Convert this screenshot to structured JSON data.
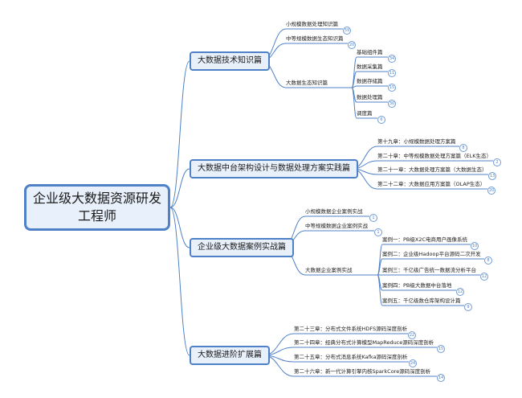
{
  "root": {
    "title": "企业级大数据资源研发工程师"
  },
  "branches": [
    {
      "title": "大数据技术知识篇",
      "items": [
        {
          "label": "小规模数据处理知识篇",
          "badge": "59"
        },
        {
          "label": "中等规模数据生态知识篇",
          "badge": "20"
        },
        {
          "label": "大数据生态知识篇",
          "children": [
            {
              "label": "基础组件篇",
              "badge": "34"
            },
            {
              "label": "数据采集篇",
              "badge": "11"
            },
            {
              "label": "数据存储篇",
              "badge": "15"
            },
            {
              "label": "数据处理篇",
              "badge": "30"
            },
            {
              "label": "调度篇",
              "badge": "6"
            }
          ]
        }
      ]
    },
    {
      "title": "大数据中台架构设计与数据处理方案实践篇",
      "items": [
        {
          "label": "第十九章：小规模数据处理方案篇",
          "badge": "8"
        },
        {
          "label": "第二十章：中等规模数据处理方案篇（ELK生态）",
          "badge": "2"
        },
        {
          "label": "第二十一章：大数据处理方案篇（大数据生态）",
          "badge": "13"
        },
        {
          "label": "第二十二章：大数据应用方案篇（OLAP生态）",
          "badge": "20"
        }
      ]
    },
    {
      "title": "企业级大数据案例实战篇",
      "items": [
        {
          "label": "小规模数据企业案例实战",
          "badge": "1"
        },
        {
          "label": "中等规模数据企业案例实战",
          "badge": "1"
        },
        {
          "label": "大数据企业案例实战",
          "children": [
            {
              "label": "案例一：PB级X2C电商用户画像系统",
              "badge": "10"
            },
            {
              "label": "案例二：企业级Hadoop平台源码二次开发",
              "badge": "8"
            },
            {
              "label": "案例三：千亿级广告统一数据流分析平台",
              "badge": "12"
            },
            {
              "label": "案例四：PB级大数据中台落地",
              "badge": "12"
            },
            {
              "label": "案例五：千亿级数仓库架构设计篇",
              "badge": "9"
            }
          ]
        }
      ]
    },
    {
      "title": "大数据进阶扩展篇",
      "items": [
        {
          "label": "第二十三章：分布式文件系统HDFS源码深度剖析",
          "badge": "22"
        },
        {
          "label": "第二十四章：经典分布式计算模型MapReduce源码深度剖析",
          "badge": "15"
        },
        {
          "label": "第二十五章：分布式消息系统Kafka源码深度剖析",
          "badge": "24"
        },
        {
          "label": "第二十六章：新一代计算引擎内核SparkCore源码深度剖析",
          "badge": "14"
        }
      ]
    }
  ],
  "colors": {
    "line": "#4f81c7",
    "fill": "#e8f0fb",
    "badge": "#6d9bd6"
  }
}
